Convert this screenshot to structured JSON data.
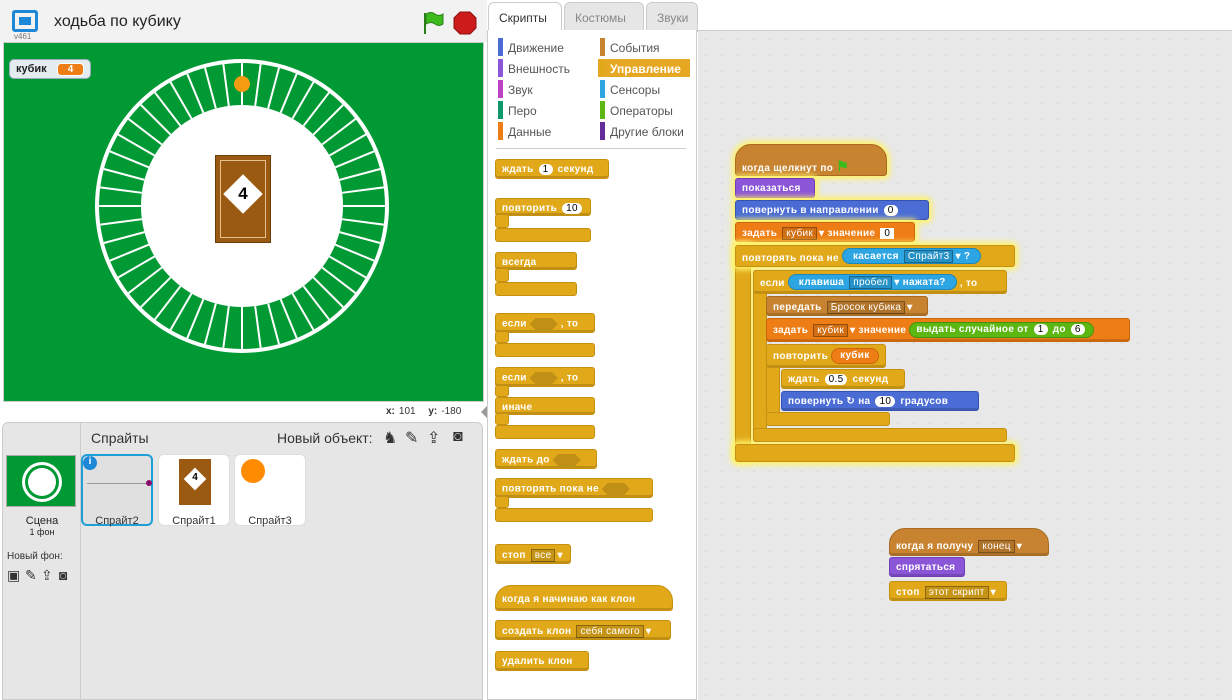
{
  "project": {
    "title": "ходьба по кубику",
    "version": "v461"
  },
  "stage": {
    "variable_monitor": {
      "name": "кубик",
      "value": "4"
    },
    "card_value": "4",
    "coords": {
      "x_label": "x:",
      "x": "101",
      "y_label": "y:",
      "y": "-180"
    }
  },
  "sprites_pane": {
    "header": "Спрайты",
    "new_object_label": "Новый объект:",
    "scene": {
      "label": "Сцена",
      "sub": "1 фон"
    },
    "new_backdrop_label": "Новый фон:",
    "sprites": [
      {
        "name": "Спрайт2",
        "selected": true
      },
      {
        "name": "Спрайт1",
        "selected": false
      },
      {
        "name": "Спрайт3",
        "selected": false
      }
    ]
  },
  "tabs": [
    {
      "label": "Скрипты",
      "active": true
    },
    {
      "label": "Костюмы",
      "active": false
    },
    {
      "label": "Звуки",
      "active": false
    }
  ],
  "categories": [
    {
      "label": "Движение",
      "color": "#4a6cd4"
    },
    {
      "label": "События",
      "color": "#c88330"
    },
    {
      "label": "Внешность",
      "color": "#8a55d7"
    },
    {
      "label": "Управление",
      "color": "#e1a91a",
      "active": true
    },
    {
      "label": "Звук",
      "color": "#bb42c3"
    },
    {
      "label": "Сенсоры",
      "color": "#2ca5e2"
    },
    {
      "label": "Перо",
      "color": "#0e9a6c"
    },
    {
      "label": "Операторы",
      "color": "#5cb712"
    },
    {
      "label": "Данные",
      "color": "#ee7d16"
    },
    {
      "label": "Другие блоки",
      "color": "#632d99"
    }
  ],
  "palette": {
    "wait": {
      "a": "ждать",
      "n": "1",
      "b": "секунд"
    },
    "repeat": {
      "a": "повторить",
      "n": "10"
    },
    "forever": "всегда",
    "if_then": {
      "a": "если",
      "b": ", то"
    },
    "if_else": {
      "a": "если",
      "b": ", то",
      "else": "иначе"
    },
    "wait_until": "ждать до",
    "repeat_until": "повторять пока не",
    "stop": {
      "a": "стоп",
      "dd": "все"
    },
    "clone_hat": "когда я начинаю как клон",
    "create_clone": {
      "a": "создать клон",
      "dd": "себя самого"
    },
    "delete_clone": "удалить клон"
  },
  "script1": {
    "hat": "когда щелкнут по",
    "show": "показаться",
    "point": {
      "a": "повернуть в направлении",
      "v": "0"
    },
    "setvar": {
      "a": "задать",
      "dd": "кубик",
      "b": "значение",
      "v": "0"
    },
    "until": {
      "a": "повторять пока не",
      "touch": "касается",
      "dd": "Спрайт3",
      "q": "?"
    },
    "if": {
      "a": "если",
      "key": "клавиша",
      "dd": "пробел",
      "b": "нажата?",
      "c": ", то"
    },
    "broadcast": {
      "a": "передать",
      "dd": "Бросок кубика"
    },
    "setrand": {
      "a": "задать",
      "dd": "кубик",
      "b": "значение",
      "r": "выдать случайное от",
      "from": "1",
      "to_lbl": "до",
      "to": "6"
    },
    "repeat": {
      "a": "повторить",
      "var": "кубик"
    },
    "wait": {
      "a": "ждать",
      "v": "0.5",
      "b": "секунд"
    },
    "turn": {
      "a": "повернуть",
      "b": "на",
      "v": "10",
      "c": "градусов"
    }
  },
  "script2": {
    "hat": "когда я получу",
    "dd": "конец",
    "hide": "спрятаться",
    "stop": {
      "a": "стоп",
      "dd": "этот скрипт"
    }
  }
}
